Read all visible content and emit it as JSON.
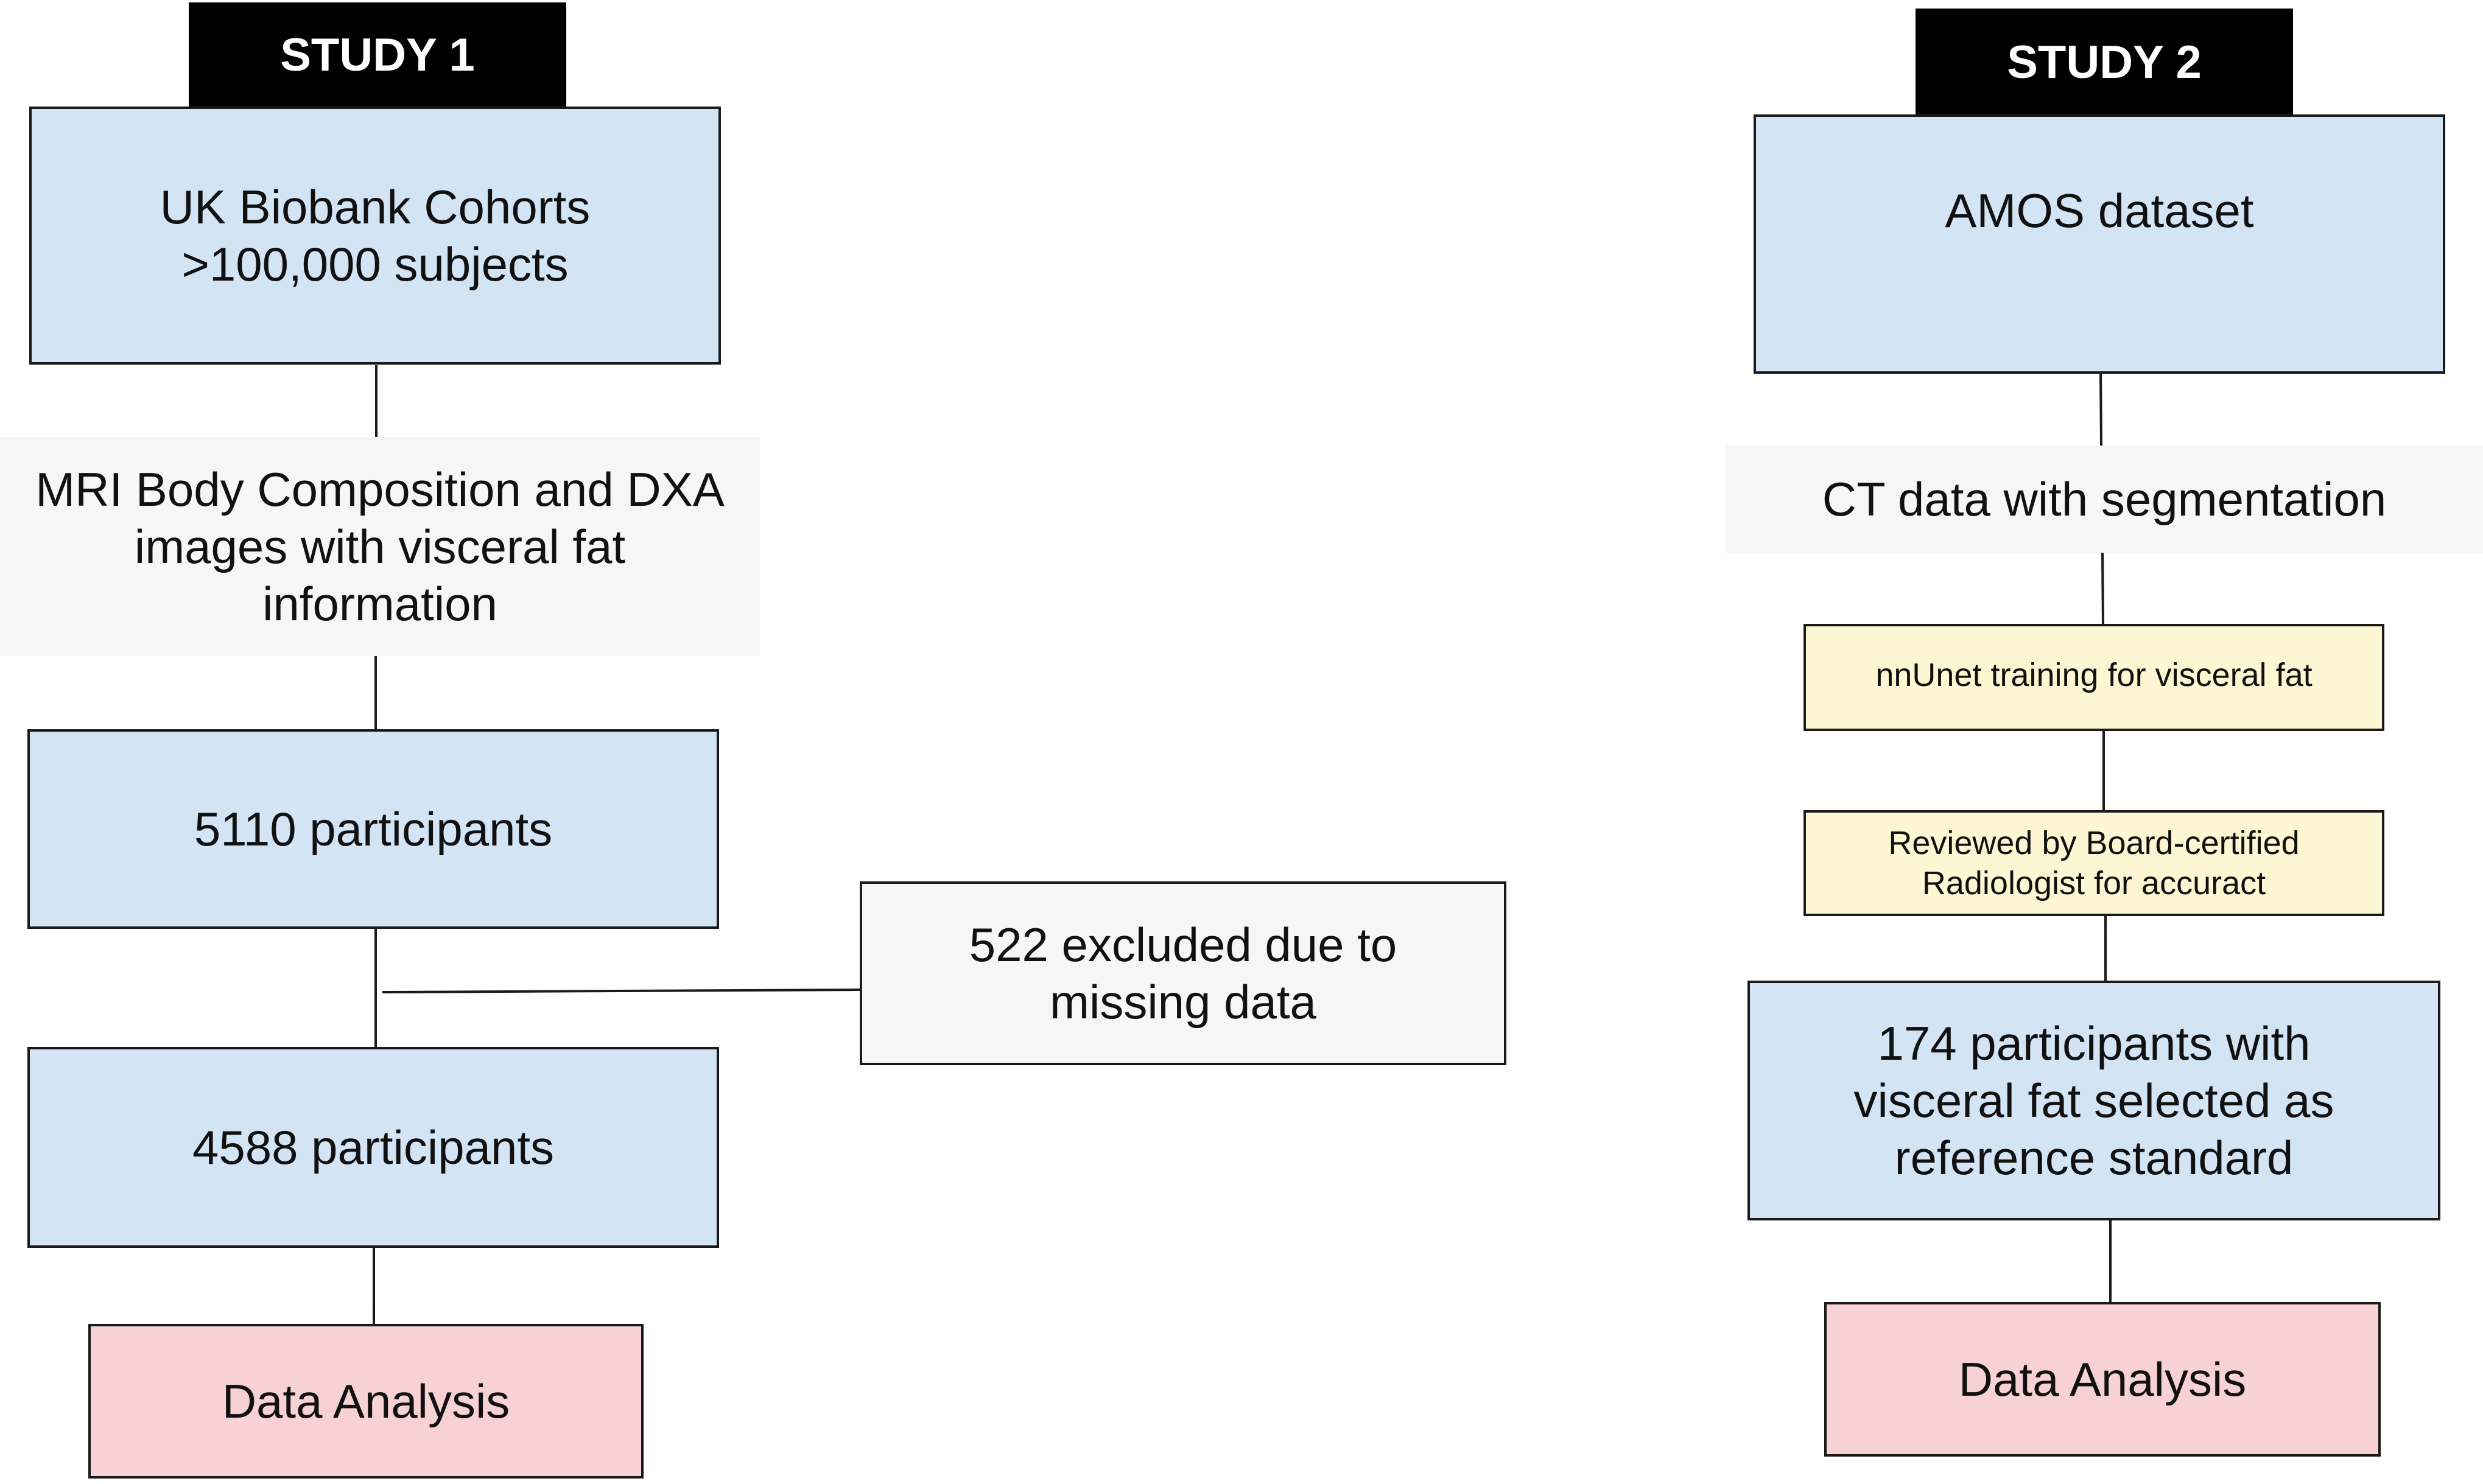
{
  "study1": {
    "header": "STUDY 1",
    "cohort": "UK Biobank Cohorts\n>100,000 subjects",
    "imaging": "MRI Body Composition and DXA\nimages with visceral fat\ninformation",
    "participants_initial": "5110 participants",
    "excluded": "522 excluded due to\nmissing data",
    "participants_final": "4588 participants",
    "analysis": "Data Analysis"
  },
  "study2": {
    "header": "STUDY 2",
    "dataset": "AMOS dataset",
    "ct_data": "CT data with segmentation",
    "training": "nnUnet training for visceral fat",
    "review": "Reviewed by Board-certified\nRadiologist for accuract",
    "participants": "174 participants with\nvisceral fat selected as\nreference standard",
    "analysis": "Data Analysis"
  },
  "colors": {
    "header_bg": "#000000",
    "blue_box": "#d3e4f4",
    "grey_box": "#f6f6f6",
    "yellow_box": "#fdf6d2",
    "pink_box": "#f8d1d4"
  }
}
